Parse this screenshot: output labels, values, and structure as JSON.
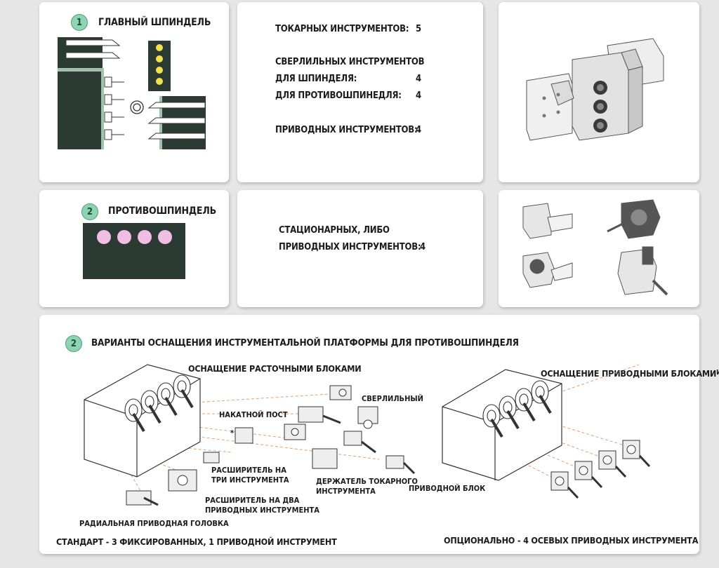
{
  "colors": {
    "badge": "#8fd3b4",
    "dark_block": "#2b3a33",
    "yellow_dot": "#f2e24a",
    "pink_dot": "#f0bde4",
    "leader_line": "#e0a070"
  },
  "main_spindle": {
    "badge": "1",
    "title": "ГЛАВНЫЙ ШПИНДЕЛЬ"
  },
  "specs_main": {
    "turning_label": "ТОКАРНЫХ ИНСТРУМЕНТОВ:",
    "turning_value": "5",
    "drilling_title": "СВЕРЛИЛЬНЫХ ИНСТРУМЕНТОВ",
    "spindle_label": "ДЛЯ ШПИНДЕЛЯ:",
    "spindle_value": "4",
    "counter_label": "ДЛЯ ПРОТИВОШПИНЕДЛЯ:",
    "counter_value": "4",
    "driven_label": "ПРИВОДНЫХ ИНСТРУМЕНТОВ:",
    "driven_value": "4"
  },
  "counter_spindle": {
    "badge": "2",
    "title": "ПРОТИВОШПИНДЕЛЬ"
  },
  "specs_counter": {
    "line1": "СТАЦИОНАРНЫХ, ЛИБО",
    "line2_label": "ПРИВОДНЫХ ИНСТРУМЕНТОВ:",
    "line2_value": "4"
  },
  "platform": {
    "badge": "2",
    "title": "ВАРИАНТЫ ОСНАЩЕНИЯ ИНСТРУМЕНТАЛЬНОЙ ПЛАТФОРМЫ ДЛЯ ПРОТИВОШПИНДЕЛЯ",
    "boring_title": "ОСНАЩЕНИЕ РАСТОЧНЫМИ БЛОКАМИ",
    "driven_title": "ОСНАЩЕНИЕ ПРИВОДНЫМИ БЛОКАМИ",
    "driven_title_suffix": "И",
    "labels": {
      "knurling": "НАКАТНОЙ ПОСТ",
      "drilling": "СВЕРЛИЛЬНЫЙ",
      "ext3_l1": "РАСШИРИТЕЛЬ НА",
      "ext3_l2": "ТРИ ИНСТРУМЕНТА",
      "holder_l1": "ДЕРЖАТЕЛЬ ТОКАРНОГО",
      "holder_l2": "ИНСТРУМЕНТА",
      "driven_block": "ПРИВОДНОЙ БЛОК",
      "ext2_l1": "РАСШИРИТЕЛЬ НА ДВА",
      "ext2_l2": "ПРИВОДНЫХ ИНСТРУМЕНТА",
      "radial": "РАДИАЛЬНАЯ ПРИВОДНАЯ ГОЛОВКА",
      "star": "*"
    },
    "standard": "СТАНДАРТ - 3 ФИКСИРОВАННЫХ, 1 ПРИВОДНОЙ ИНСТРУМЕНТ",
    "optional": "ОПЦИОНАЛЬНО - 4 ОСЕВЫХ ПРИВОДНЫХ ИНСТРУМЕНТА"
  }
}
